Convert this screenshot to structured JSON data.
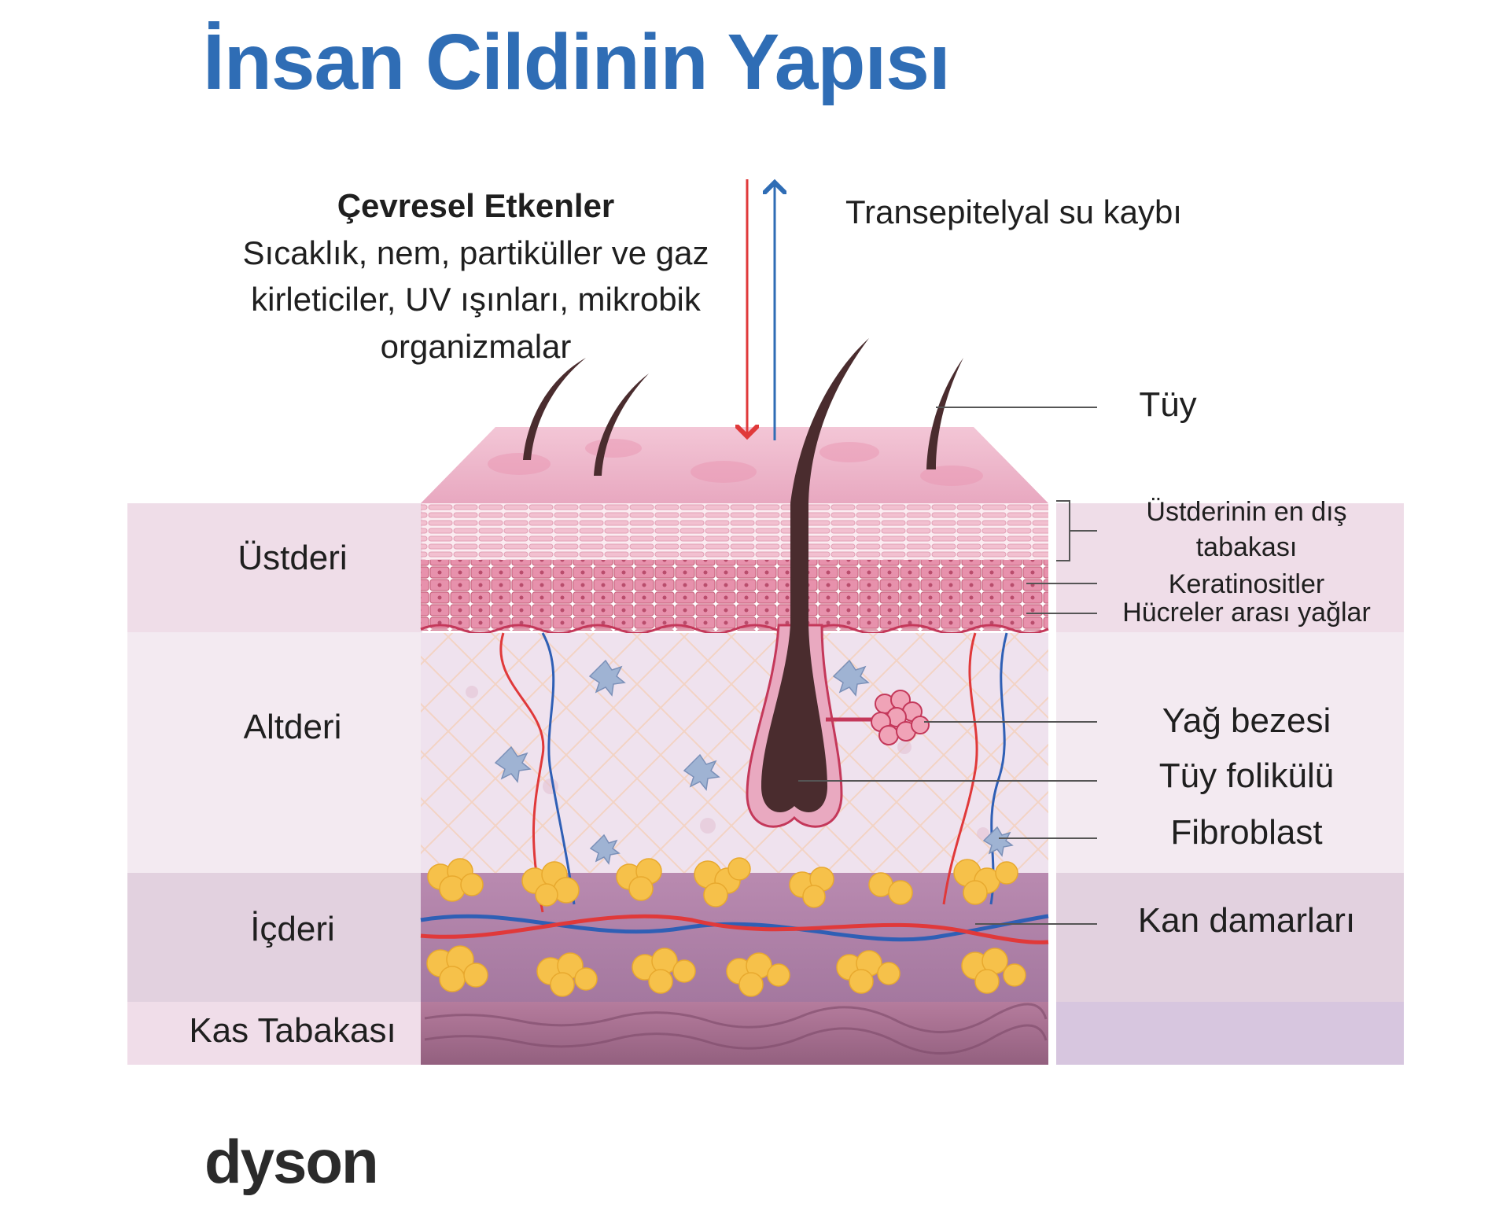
{
  "title": "İnsan Cildinin Yapısı",
  "environment": {
    "heading": "Çevresel Etkenler",
    "line1": "Sıcaklık, nem, partiküller ve gaz",
    "line2": "kirleticiler, UV ışınları, mikrobik",
    "line3": "organizmalar"
  },
  "tewl_label": "Transepitelyal su kaybı",
  "layers": {
    "epidermis": "Üstderi",
    "dermis": "Altderi",
    "hypodermis": "İçderi",
    "muscle": "Kas Tabakası"
  },
  "structures": {
    "hair": "Tüy",
    "stratum_corneum_line1": "Üstderinin en dış",
    "stratum_corneum_line2": "tabakası",
    "keratinocytes": "Keratinositler",
    "intercellular_lipids": "Hücreler arası yağlar",
    "sebaceous_gland": "Yağ bezesi",
    "hair_follicle": "Tüy folikülü",
    "fibroblast": "Fibroblast",
    "blood_vessels": "Kan damarları"
  },
  "logo_text": "dyson",
  "colors": {
    "title_blue": "#2f6db5",
    "arrow_red": "#e0393a",
    "arrow_blue": "#2f6db5",
    "epidermis_band": "#efdde8",
    "dermis_band": "#f3eaf1",
    "hypodermis_band": "#e2d1df",
    "muscle_band": "#f0dde9",
    "fat_yellow": "#f6c14a",
    "skin_pink": "#e9a9c0"
  }
}
